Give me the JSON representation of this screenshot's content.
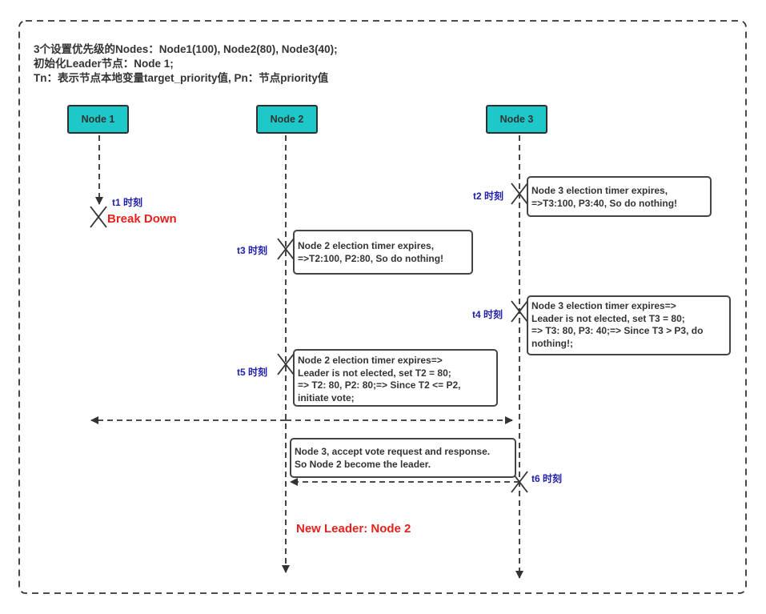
{
  "colors": {
    "node_fill": "#1ec8c8",
    "time_label": "#1f1faa",
    "highlight_red": "#e8201c",
    "line": "#333333"
  },
  "header": {
    "line1": "3个设置优先级的Nodes：Node1(100), Node2(80), Node3(40);",
    "line2": "初始化Leader节点：Node 1;",
    "line3": "Tn：表示节点本地变量target_priority值, Pn：节点priority值"
  },
  "nodes": [
    {
      "label": "Node 1"
    },
    {
      "label": "Node 2"
    },
    {
      "label": "Node 3"
    }
  ],
  "time_labels": {
    "t1": "t1 时刻",
    "t2": "t2 时刻",
    "t3": "t3 时刻",
    "t4": "t4 时刻",
    "t5": "t5 时刻",
    "t6": "t6 时刻"
  },
  "notes": {
    "node3_t2": "Node 3 election timer expires,\n=>T3:100, P3:40, So do nothing!",
    "node2_t3": "Node 2 election timer expires,\n=>T2:100, P2:80, So do nothing!",
    "node3_t4": "Node 3 election timer expires=>\nLeader is not elected, set T3 = 80;\n=> T3: 80, P3: 40;=> Since T3 > P3, do\nnothing!;",
    "node2_t5": "Node 2 election timer expires=>\nLeader is not elected, set T2 = 80;\n=> T2: 80, P2: 80;=> Since T2 <= P2,\ninitiate vote;",
    "node3_vote": "Node 3, accept vote request and response.\nSo Node 2 become the leader."
  },
  "labels": {
    "break_down": "Break Down",
    "new_leader": "New Leader: Node 2"
  }
}
